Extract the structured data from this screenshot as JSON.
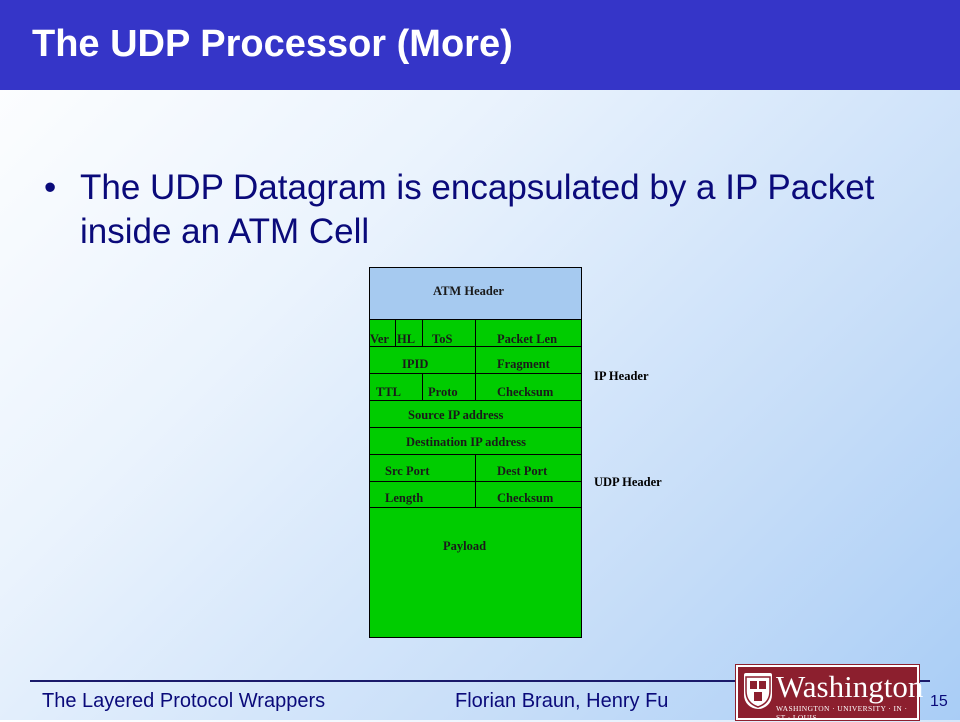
{
  "slide": {
    "title": "The UDP Processor (More)",
    "bullet": "The UDP Datagram is encapsulated by a IP Packet inside an ATM Cell",
    "bullet_char": "•"
  },
  "diagram": {
    "atm_header": "ATM Header",
    "ip_fields": {
      "ver": "Ver",
      "hl": "HL",
      "tos": "ToS",
      "packet_len": "Packet Len",
      "ipid": "IPID",
      "fragment": "Fragment",
      "ttl": "TTL",
      "proto": "Proto",
      "checksum": "Checksum",
      "src_ip": "Source IP address",
      "dst_ip": "Destination IP address"
    },
    "udp_fields": {
      "src_port": "Src Port",
      "dest_port": "Dest Port",
      "length": "Length",
      "checksum": "Checksum"
    },
    "payload": "Payload",
    "ip_header_label": "IP Header",
    "udp_header_label": "UDP Header",
    "colors": {
      "atm": "#a6caf0",
      "ip_udp": "#00cc00",
      "payload": "#00cc00"
    }
  },
  "footer": {
    "left": "The Layered Protocol Wrappers",
    "center": "Florian Braun, Henry Fu",
    "page": "15",
    "logo_word": "Washington",
    "logo_sub": "WASHINGTON · UNIVERSITY · IN · ST · LOUIS"
  }
}
